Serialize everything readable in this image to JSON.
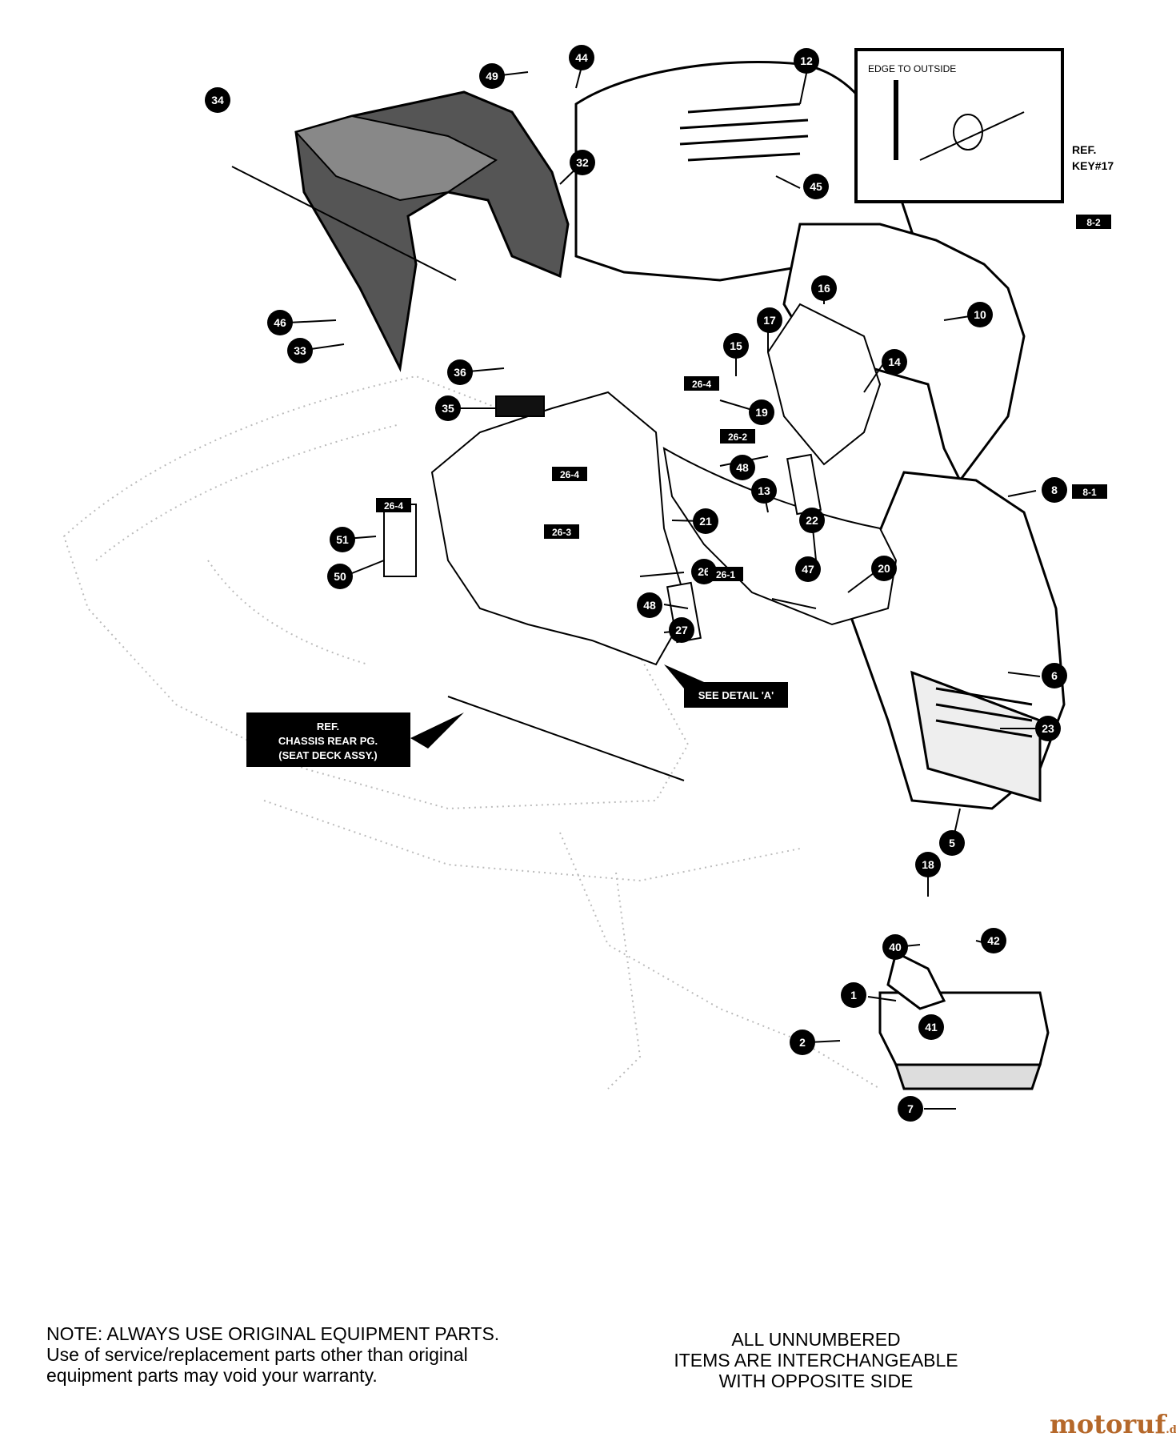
{
  "callouts": [
    "34",
    "49",
    "44",
    "12",
    "32",
    "45",
    "46",
    "33",
    "36",
    "35",
    "16",
    "17",
    "15",
    "19",
    "10",
    "14",
    "48",
    "13",
    "22",
    "47",
    "51",
    "50",
    "20",
    "21",
    "26",
    "48",
    "27",
    "8",
    "6",
    "23",
    "5",
    "18",
    "40",
    "42",
    "1",
    "41",
    "2",
    "7"
  ],
  "tags": [
    "8-2",
    "26-4",
    "26-4",
    "26-2",
    "26-4",
    "26-3",
    "26-1",
    "8-1"
  ],
  "inset": {
    "edge_label": "EDGE TO OUTSIDE",
    "ref_line1": "REF.",
    "ref_line2": "KEY#17"
  },
  "boxes": {
    "chassis": [
      "REF.",
      "CHASSIS REAR PG.",
      "(SEAT DECK ASSY.)"
    ],
    "detail": "SEE DETAIL 'A'"
  },
  "notes": {
    "left": [
      "NOTE: ALWAYS USE ORIGINAL EQUIPMENT PARTS.",
      "Use of service/replacement parts other than original",
      "equipment parts may void your warranty."
    ],
    "right": [
      "ALL UNNUMBERED",
      "ITEMS ARE INTERCHANGEABLE",
      "WITH OPPOSITE SIDE"
    ]
  },
  "watermark": {
    "main": "motoruf",
    "suffix": ".de",
    "color": "#b5682a"
  }
}
